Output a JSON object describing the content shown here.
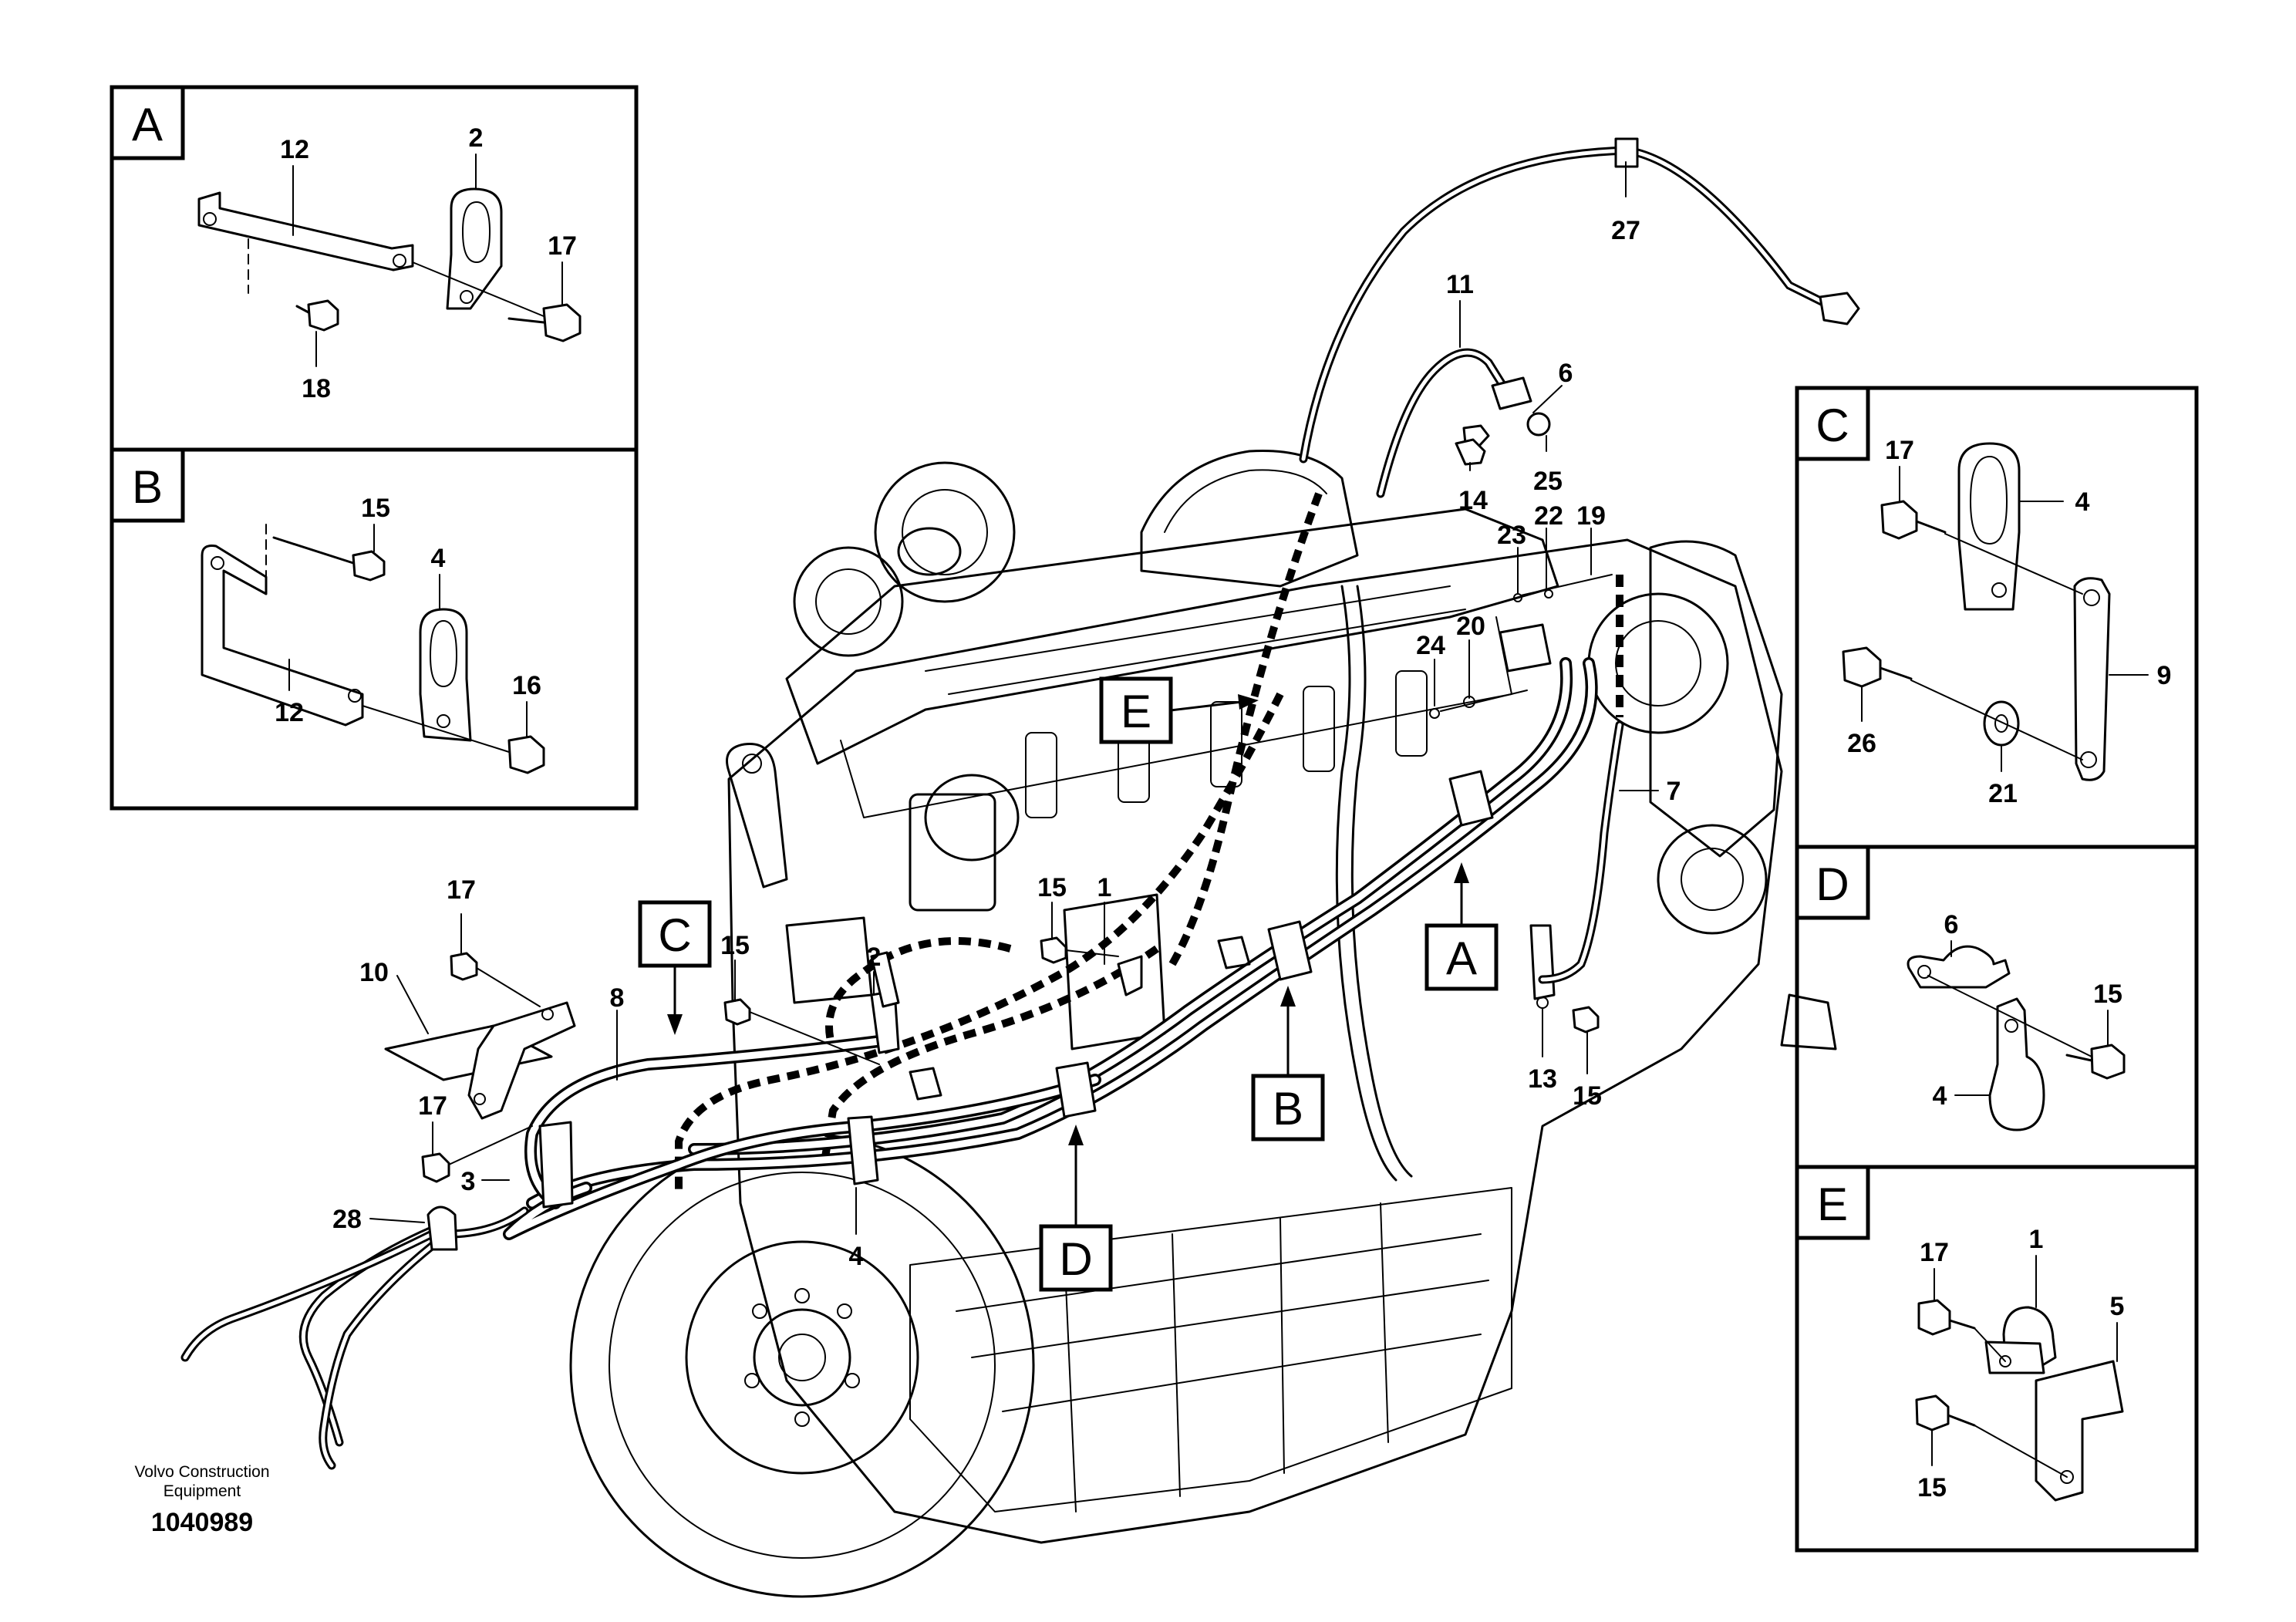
{
  "diagram": {
    "type": "exploded-parts-diagram",
    "detail_views": [
      {
        "tag": "A",
        "part_labels": [
          "12",
          "2",
          "17",
          "18"
        ]
      },
      {
        "tag": "B",
        "part_labels": [
          "15",
          "4",
          "12",
          "16"
        ]
      },
      {
        "tag": "C",
        "part_labels": [
          "17",
          "4",
          "9",
          "26",
          "21"
        ]
      },
      {
        "tag": "D",
        "part_labels": [
          "6",
          "15",
          "4"
        ]
      },
      {
        "tag": "E",
        "part_labels": [
          "17",
          "1",
          "5",
          "15"
        ]
      }
    ],
    "main_view": {
      "callout_tags": [
        "A",
        "B",
        "C",
        "D",
        "E"
      ],
      "part_labels": [
        "27",
        "11",
        "6",
        "14",
        "25",
        "23",
        "22",
        "19",
        "24",
        "20",
        "7",
        "17",
        "10",
        "8",
        "15",
        "1",
        "2",
        "17",
        "3",
        "28",
        "4",
        "13",
        "15"
      ]
    },
    "footer": {
      "brand_line_1": "Volvo Construction",
      "brand_line_2": "Equipment",
      "document_number": "1040989"
    }
  }
}
